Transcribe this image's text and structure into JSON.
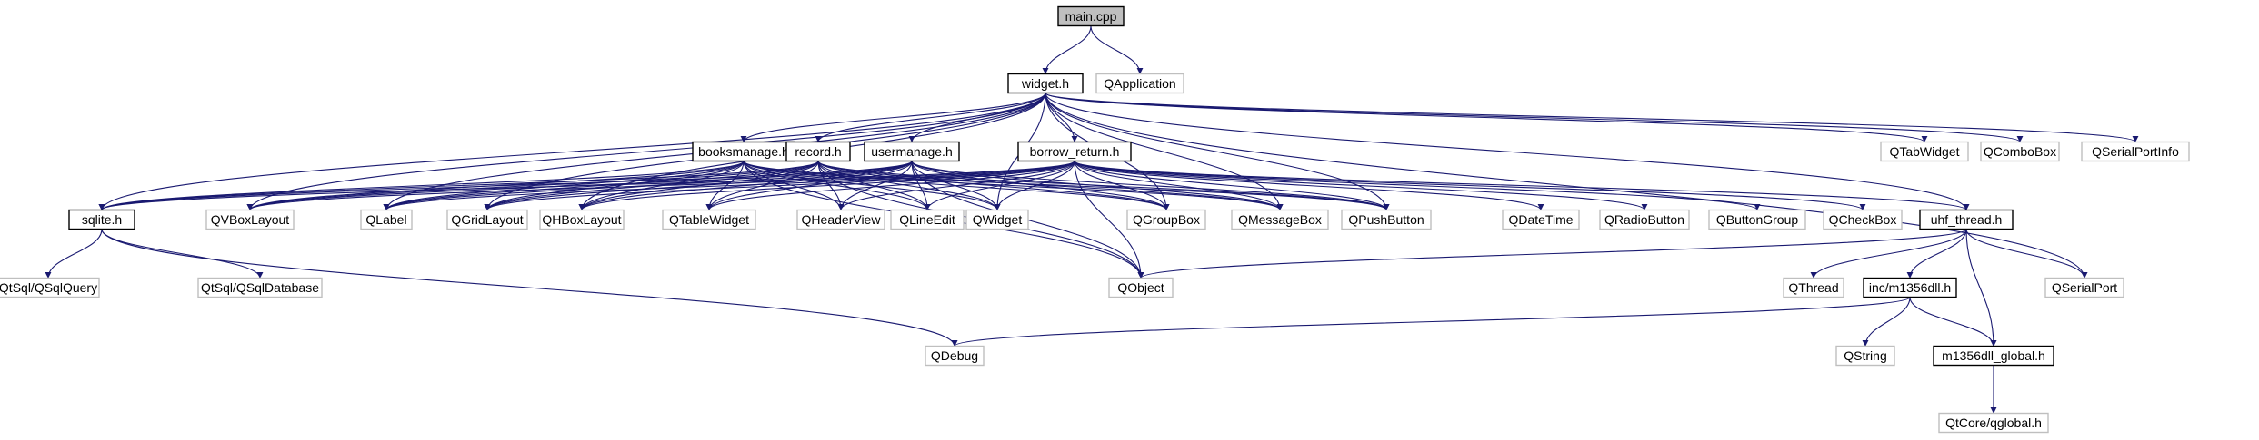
{
  "colors": {
    "edge": "#191970",
    "root_fill": "#bfbfbf",
    "header_border": "#000000",
    "external_border": "#bfbfbf",
    "background": "#ffffff"
  },
  "nodes": [
    {
      "id": "main_cpp",
      "label": "main.cpp",
      "kind": "root"
    },
    {
      "id": "widget_h",
      "label": "widget.h",
      "kind": "header"
    },
    {
      "id": "QApplication",
      "label": "QApplication",
      "kind": "external"
    },
    {
      "id": "booksmanage_h",
      "label": "booksmanage.h",
      "kind": "header"
    },
    {
      "id": "record_h",
      "label": "record.h",
      "kind": "header"
    },
    {
      "id": "usermanage_h",
      "label": "usermanage.h",
      "kind": "header"
    },
    {
      "id": "borrow_return_h",
      "label": "borrow_return.h",
      "kind": "header"
    },
    {
      "id": "QTabWidget",
      "label": "QTabWidget",
      "kind": "external"
    },
    {
      "id": "QComboBox",
      "label": "QComboBox",
      "kind": "external"
    },
    {
      "id": "QSerialPortInfo",
      "label": "QSerialPortInfo",
      "kind": "external"
    },
    {
      "id": "sqlite_h",
      "label": "sqlite.h",
      "kind": "header"
    },
    {
      "id": "QVBoxLayout",
      "label": "QVBoxLayout",
      "kind": "external"
    },
    {
      "id": "QLabel",
      "label": "QLabel",
      "kind": "external"
    },
    {
      "id": "QGridLayout",
      "label": "QGridLayout",
      "kind": "external"
    },
    {
      "id": "QHBoxLayout",
      "label": "QHBoxLayout",
      "kind": "external"
    },
    {
      "id": "QTableWidget",
      "label": "QTableWidget",
      "kind": "external"
    },
    {
      "id": "QHeaderView",
      "label": "QHeaderView",
      "kind": "external"
    },
    {
      "id": "QLineEdit",
      "label": "QLineEdit",
      "kind": "external"
    },
    {
      "id": "QWidget",
      "label": "QWidget",
      "kind": "external"
    },
    {
      "id": "QGroupBox",
      "label": "QGroupBox",
      "kind": "external"
    },
    {
      "id": "QMessageBox",
      "label": "QMessageBox",
      "kind": "external"
    },
    {
      "id": "QPushButton",
      "label": "QPushButton",
      "kind": "external"
    },
    {
      "id": "QDateTime",
      "label": "QDateTime",
      "kind": "external"
    },
    {
      "id": "QRadioButton",
      "label": "QRadioButton",
      "kind": "external"
    },
    {
      "id": "QButtonGroup",
      "label": "QButtonGroup",
      "kind": "external"
    },
    {
      "id": "QCheckBox",
      "label": "QCheckBox",
      "kind": "external"
    },
    {
      "id": "uhf_thread_h",
      "label": "uhf_thread.h",
      "kind": "header"
    },
    {
      "id": "QtSql_QSqlQuery",
      "label": "QtSql/QSqlQuery",
      "kind": "external"
    },
    {
      "id": "QtSql_QSqlDatabase",
      "label": "QtSql/QSqlDatabase",
      "kind": "external"
    },
    {
      "id": "QObject",
      "label": "QObject",
      "kind": "external"
    },
    {
      "id": "QThread",
      "label": "QThread",
      "kind": "external"
    },
    {
      "id": "inc_m1356dll_h",
      "label": "inc/m1356dll.h",
      "kind": "header"
    },
    {
      "id": "QSerialPort",
      "label": "QSerialPort",
      "kind": "external"
    },
    {
      "id": "QDebug",
      "label": "QDebug",
      "kind": "external"
    },
    {
      "id": "QString",
      "label": "QString",
      "kind": "external"
    },
    {
      "id": "m1356dll_global_h",
      "label": "m1356dll_global.h",
      "kind": "header"
    },
    {
      "id": "QtCore_qglobal_h",
      "label": "QtCore/qglobal.h",
      "kind": "external"
    }
  ],
  "edges": [
    [
      "main_cpp",
      "widget_h"
    ],
    [
      "main_cpp",
      "QApplication"
    ],
    [
      "widget_h",
      "booksmanage_h"
    ],
    [
      "widget_h",
      "record_h"
    ],
    [
      "widget_h",
      "usermanage_h"
    ],
    [
      "widget_h",
      "borrow_return_h"
    ],
    [
      "widget_h",
      "QTabWidget"
    ],
    [
      "widget_h",
      "QComboBox"
    ],
    [
      "widget_h",
      "QSerialPortInfo"
    ],
    [
      "widget_h",
      "sqlite_h"
    ],
    [
      "widget_h",
      "QVBoxLayout"
    ],
    [
      "widget_h",
      "QLabel"
    ],
    [
      "widget_h",
      "QGridLayout"
    ],
    [
      "widget_h",
      "QHBoxLayout"
    ],
    [
      "widget_h",
      "QWidget"
    ],
    [
      "widget_h",
      "QGroupBox"
    ],
    [
      "widget_h",
      "QMessageBox"
    ],
    [
      "widget_h",
      "QPushButton"
    ],
    [
      "widget_h",
      "uhf_thread_h"
    ],
    [
      "widget_h",
      "QSerialPort"
    ],
    [
      "booksmanage_h",
      "sqlite_h"
    ],
    [
      "booksmanage_h",
      "QVBoxLayout"
    ],
    [
      "booksmanage_h",
      "QLabel"
    ],
    [
      "booksmanage_h",
      "QGridLayout"
    ],
    [
      "booksmanage_h",
      "QHBoxLayout"
    ],
    [
      "booksmanage_h",
      "QTableWidget"
    ],
    [
      "booksmanage_h",
      "QHeaderView"
    ],
    [
      "booksmanage_h",
      "QLineEdit"
    ],
    [
      "booksmanage_h",
      "QWidget"
    ],
    [
      "booksmanage_h",
      "QGroupBox"
    ],
    [
      "booksmanage_h",
      "QMessageBox"
    ],
    [
      "booksmanage_h",
      "QPushButton"
    ],
    [
      "booksmanage_h",
      "QObject"
    ],
    [
      "record_h",
      "sqlite_h"
    ],
    [
      "record_h",
      "QVBoxLayout"
    ],
    [
      "record_h",
      "QLabel"
    ],
    [
      "record_h",
      "QGridLayout"
    ],
    [
      "record_h",
      "QHBoxLayout"
    ],
    [
      "record_h",
      "QTableWidget"
    ],
    [
      "record_h",
      "QHeaderView"
    ],
    [
      "record_h",
      "QLineEdit"
    ],
    [
      "record_h",
      "QWidget"
    ],
    [
      "record_h",
      "QGroupBox"
    ],
    [
      "record_h",
      "QMessageBox"
    ],
    [
      "record_h",
      "QPushButton"
    ],
    [
      "record_h",
      "QObject"
    ],
    [
      "usermanage_h",
      "sqlite_h"
    ],
    [
      "usermanage_h",
      "QVBoxLayout"
    ],
    [
      "usermanage_h",
      "QLabel"
    ],
    [
      "usermanage_h",
      "QGridLayout"
    ],
    [
      "usermanage_h",
      "QHBoxLayout"
    ],
    [
      "usermanage_h",
      "QTableWidget"
    ],
    [
      "usermanage_h",
      "QHeaderView"
    ],
    [
      "usermanage_h",
      "QLineEdit"
    ],
    [
      "usermanage_h",
      "QWidget"
    ],
    [
      "usermanage_h",
      "QGroupBox"
    ],
    [
      "usermanage_h",
      "QMessageBox"
    ],
    [
      "usermanage_h",
      "QPushButton"
    ],
    [
      "usermanage_h",
      "QObject"
    ],
    [
      "borrow_return_h",
      "sqlite_h"
    ],
    [
      "borrow_return_h",
      "QVBoxLayout"
    ],
    [
      "borrow_return_h",
      "QLabel"
    ],
    [
      "borrow_return_h",
      "QGridLayout"
    ],
    [
      "borrow_return_h",
      "QHBoxLayout"
    ],
    [
      "borrow_return_h",
      "QTableWidget"
    ],
    [
      "borrow_return_h",
      "QHeaderView"
    ],
    [
      "borrow_return_h",
      "QLineEdit"
    ],
    [
      "borrow_return_h",
      "QWidget"
    ],
    [
      "borrow_return_h",
      "QGroupBox"
    ],
    [
      "borrow_return_h",
      "QMessageBox"
    ],
    [
      "borrow_return_h",
      "QPushButton"
    ],
    [
      "borrow_return_h",
      "QDateTime"
    ],
    [
      "borrow_return_h",
      "QRadioButton"
    ],
    [
      "borrow_return_h",
      "QButtonGroup"
    ],
    [
      "borrow_return_h",
      "QCheckBox"
    ],
    [
      "borrow_return_h",
      "uhf_thread_h"
    ],
    [
      "borrow_return_h",
      "QObject"
    ],
    [
      "sqlite_h",
      "QtSql_QSqlQuery"
    ],
    [
      "sqlite_h",
      "QtSql_QSqlDatabase"
    ],
    [
      "sqlite_h",
      "QDebug"
    ],
    [
      "uhf_thread_h",
      "QObject"
    ],
    [
      "uhf_thread_h",
      "QThread"
    ],
    [
      "uhf_thread_h",
      "inc_m1356dll_h"
    ],
    [
      "uhf_thread_h",
      "QSerialPort"
    ],
    [
      "uhf_thread_h",
      "m1356dll_global_h"
    ],
    [
      "inc_m1356dll_h",
      "QDebug"
    ],
    [
      "inc_m1356dll_h",
      "QString"
    ],
    [
      "inc_m1356dll_h",
      "m1356dll_global_h"
    ],
    [
      "m1356dll_global_h",
      "QtCore_qglobal_h"
    ]
  ]
}
